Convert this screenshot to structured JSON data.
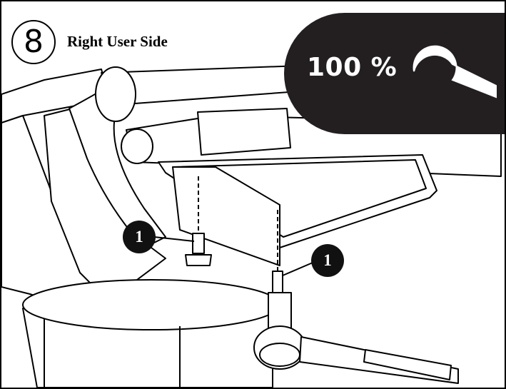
{
  "step": {
    "number": "8",
    "title": "Right User Side"
  },
  "torque": {
    "label": "100 %",
    "icon": "wrench-icon",
    "badge_color": "#231f20"
  },
  "callouts": [
    {
      "label": "1",
      "target": "bolt-left"
    },
    {
      "label": "1",
      "target": "bolt-right"
    }
  ]
}
